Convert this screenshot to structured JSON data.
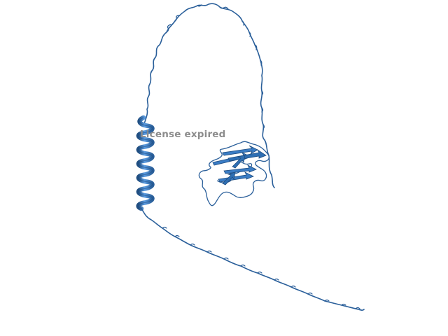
{
  "viewer": {
    "background": "#ffffff",
    "watermark": "License expired"
  },
  "structure": {
    "representation": "cartoon",
    "color": "#3a7cc4",
    "dark_color": "#1f4d80",
    "elements": [
      "coil",
      "helix",
      "beta-sheet"
    ]
  }
}
